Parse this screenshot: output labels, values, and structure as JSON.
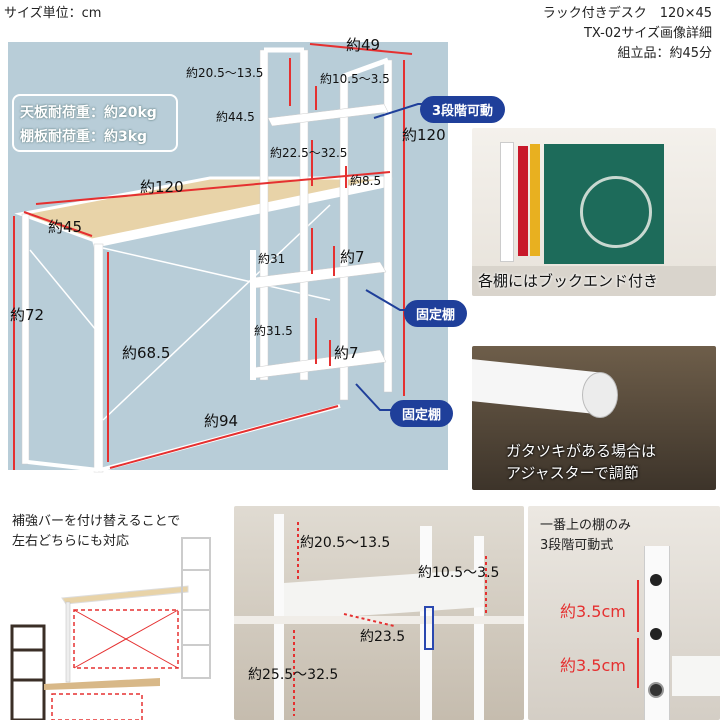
{
  "header": {
    "unit_label": "サイズ単位：cm",
    "product_line1": "ラック付きデスク　120×45",
    "product_line2": "TX-02サイズ画像詳細",
    "product_line3": "組立品：約45分"
  },
  "main_diagram": {
    "load_line1": "天板耐荷重：約20kg",
    "load_line2": "棚板耐荷重：約3kg",
    "dims": {
      "w49": "約49",
      "d205_135": "約20.5〜13.5",
      "d105_35": "約10.5〜3.5",
      "d445": "約44.5",
      "h120": "約120",
      "d225_325": "約22.5〜32.5",
      "d85": "約8.5",
      "w120": "約120",
      "d45": "約45",
      "d31": "約31",
      "d7a": "約7",
      "h72": "約72",
      "d315": "約31.5",
      "h685": "約68.5",
      "d7b": "約7",
      "w94": "約94"
    },
    "badges": {
      "adjustable": "3段階可動",
      "fixed1": "固定棚",
      "fixed2": "固定棚"
    }
  },
  "photo_bookend": {
    "caption": "各棚にはブックエンド付き"
  },
  "photo_adjuster": {
    "caption_line1": "ガタツキがある場合は",
    "caption_line2": "アジャスターで調節"
  },
  "reinforce": {
    "line1": "補強バーを付け替えることで",
    "line2": "左右どちらにも対応"
  },
  "detail_photo": {
    "d205_135": "約20.5〜13.5",
    "d105_35": "約10.5〜3.5",
    "d235": "約23.5",
    "d255_325": "約25.5〜32.5"
  },
  "closeup": {
    "line1": "一番上の棚のみ",
    "line2": "3段階可動式",
    "step1": "約3.5cm",
    "step2": "約3.5cm"
  },
  "colors": {
    "accent_blue": "#1f3f9a",
    "dim_red": "#e53030",
    "panel_bg": "#b8cdd8",
    "wood": "#e8d3a8"
  }
}
